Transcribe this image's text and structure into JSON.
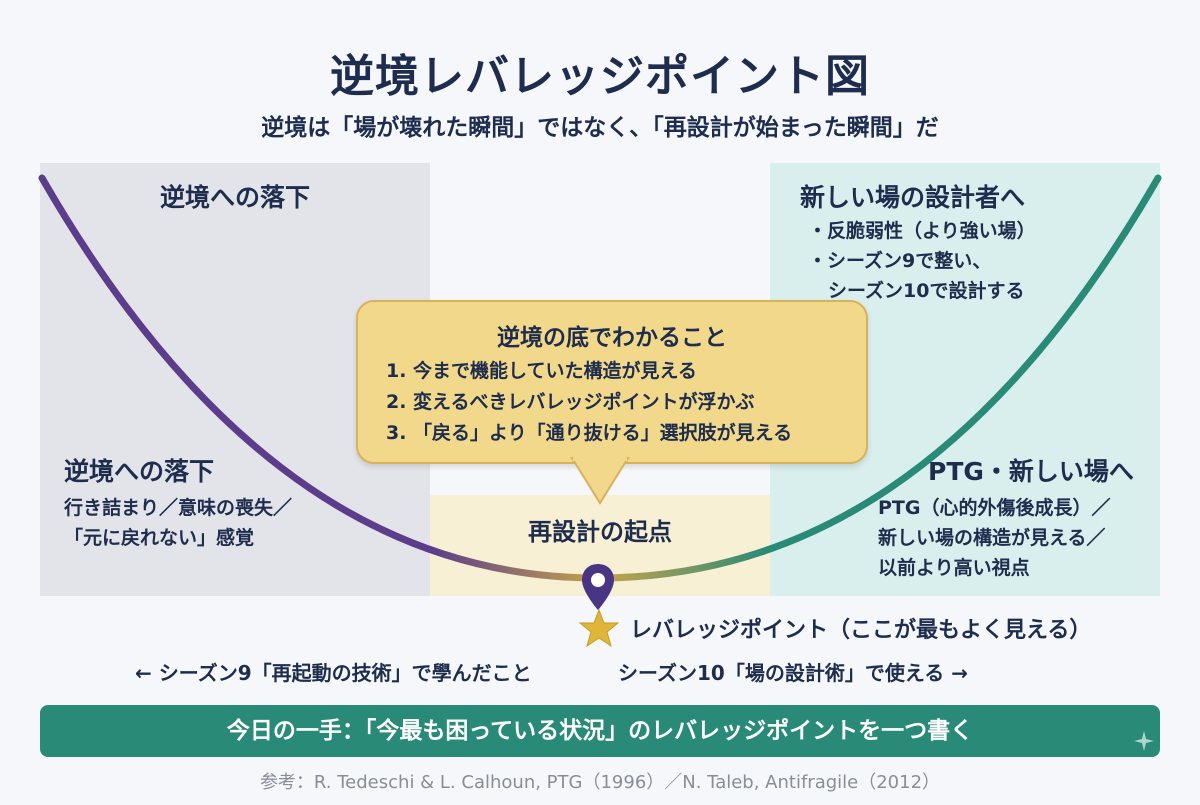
{
  "title": "逆境レバレッジポイント図",
  "subtitle": "逆境は「場が壊れた瞬間」ではなく、「再設計が始まった瞬間」だ",
  "left_panel": {
    "top_heading": "逆境への落下",
    "lower_heading": "逆境への落下",
    "lower_lines": [
      "行き詰まり／意味の喪失／",
      "「元に戻れない」感覚"
    ]
  },
  "right_panel": {
    "top_heading": "新しい場の設計者へ",
    "bullets": [
      "・反脆弱性（より強い場）",
      "・シーズン9で整い、",
      "シーズン10で設計する"
    ],
    "lower_heading": "PTG・新しい場へ",
    "lower_lines": [
      "PTG（心的外傷後成長）／",
      "新しい場の構造が見える／",
      "以前より高い視点"
    ]
  },
  "callout": {
    "title": "逆境の底でわかること",
    "items": [
      "1. 今まで機能していた構造が見える",
      "2. 変えるべきレバレッジポイントが浮かぶ",
      "3. 「戻る」より「通り抜ける」選択肢が見える"
    ]
  },
  "bottom_label": "再設計の起点",
  "leverage_label": "レバレッジポイント（ここが最もよく見える）",
  "arrow_left": "← シーズン9「再起動の技術」で學んだこと",
  "arrow_right": "シーズン10「場の設計術」で使える →",
  "action_bar": "今日の一手：「今最も困っている状況」のレバレッジポイントを一つ書く",
  "reference": "参考：R. Tedeschi & L. Calhoun, PTG（1996）／N. Taleb, Antifragile（2012）",
  "colors": {
    "curve_left": "#5b3d8c",
    "curve_mid": "#c9a44a",
    "curve_right": "#2a8a78",
    "pin": "#4a3484",
    "star": "#e0b63a",
    "action_bar": "#2a8a78"
  }
}
